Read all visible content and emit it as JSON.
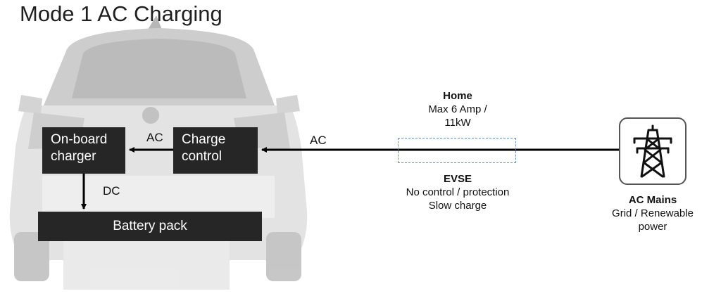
{
  "title": "Mode 1 AC Charging",
  "car": {
    "onboard_charger": {
      "line1": "On-board",
      "line2": "charger"
    },
    "charge_control": {
      "line1": "Charge",
      "line2": "control"
    },
    "battery_pack": "Battery pack",
    "internal_ac_label": "AC",
    "dc_label": "DC"
  },
  "cable_ac_label": "AC",
  "home": {
    "title": "Home",
    "line1": "Max 6 Amp /",
    "line2": "11kW"
  },
  "evse": {
    "title": "EVSE",
    "line1": "No control / protection",
    "line2": "Slow charge"
  },
  "mains": {
    "title": "AC Mains",
    "line1": "Grid / Renewable",
    "line2": "power",
    "icon": "power-tower-icon"
  },
  "colors": {
    "box": "#262626",
    "evse_border": "#6d8fb4",
    "car_body": "#c9c9c9"
  }
}
